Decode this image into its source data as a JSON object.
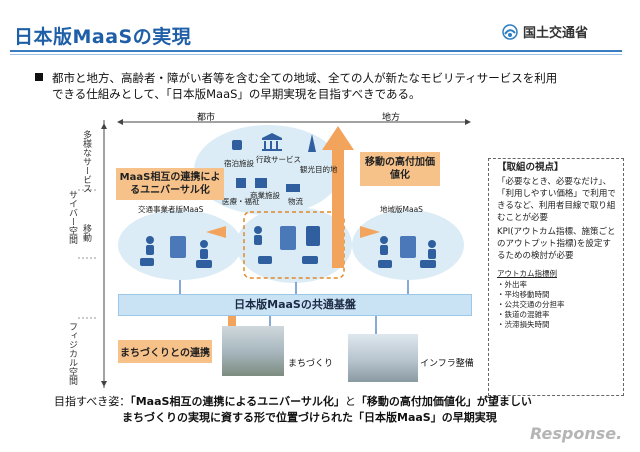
{
  "header": {
    "title": "日本版MaaSの実現",
    "ministry": "国土交通省"
  },
  "intro": {
    "line1": "都市と地方、高齢者・障がい者等を含む全ての地域、全ての人が新たなモビリティサービスを利用",
    "line2": "できる仕組みとして、「日本版MaaS」の早期実現を目指すべきである。"
  },
  "axis": {
    "top_left": "都市",
    "top_right": "地方",
    "cyber": "サイバー空間",
    "physical": "フィジカル空間",
    "diverse": "多様なサービス",
    "movement": "移動"
  },
  "diagram": {
    "services": [
      "宿泊施設",
      "行政サービス",
      "観光目的地",
      "商業施設",
      "医療・福祉",
      "物流"
    ],
    "maas_mutual": "MaaS相互の連携によるユニバーサル化",
    "high_value": "移動の高付加価値化",
    "transport_maas": "交通事業者版MaaS",
    "regional_maas": "地域版MaaS",
    "platform": "日本版MaaSの共通基盤",
    "town_link": "まちづくりとの連携",
    "town": "まちづくり",
    "infra": "インフラ整備"
  },
  "panel": {
    "heading": "【取組の視点】",
    "body": "「必要なとき、必要なだけ」、「利用しやすい価格」で利用できるなど、利用者目線で取り組むことが必要",
    "kpi": "KPI(アウトカム指標、施策ごとのアウトプット指標)を設定するための検討が必要",
    "outcome_heading": "アウトカム指標例",
    "outcomes": [
      "・外出率",
      "・平均移動時間",
      "・公共交通の分担率",
      "・鉄道の混雑率",
      "・渋滞損失時間"
    ]
  },
  "goal": {
    "prefix": "目指すべき姿：",
    "q1": "「MaaS相互の連携によるユニバーサル化」",
    "mid1": "と",
    "q2": "「移動の高付加価値化」",
    "mid2": "が望ましい",
    "line2a": "まちづくりの実現に資する形で位置づけられた",
    "q3": "「日本版MaaS」",
    "line2b": "の早期実現"
  },
  "watermark": "Response."
}
